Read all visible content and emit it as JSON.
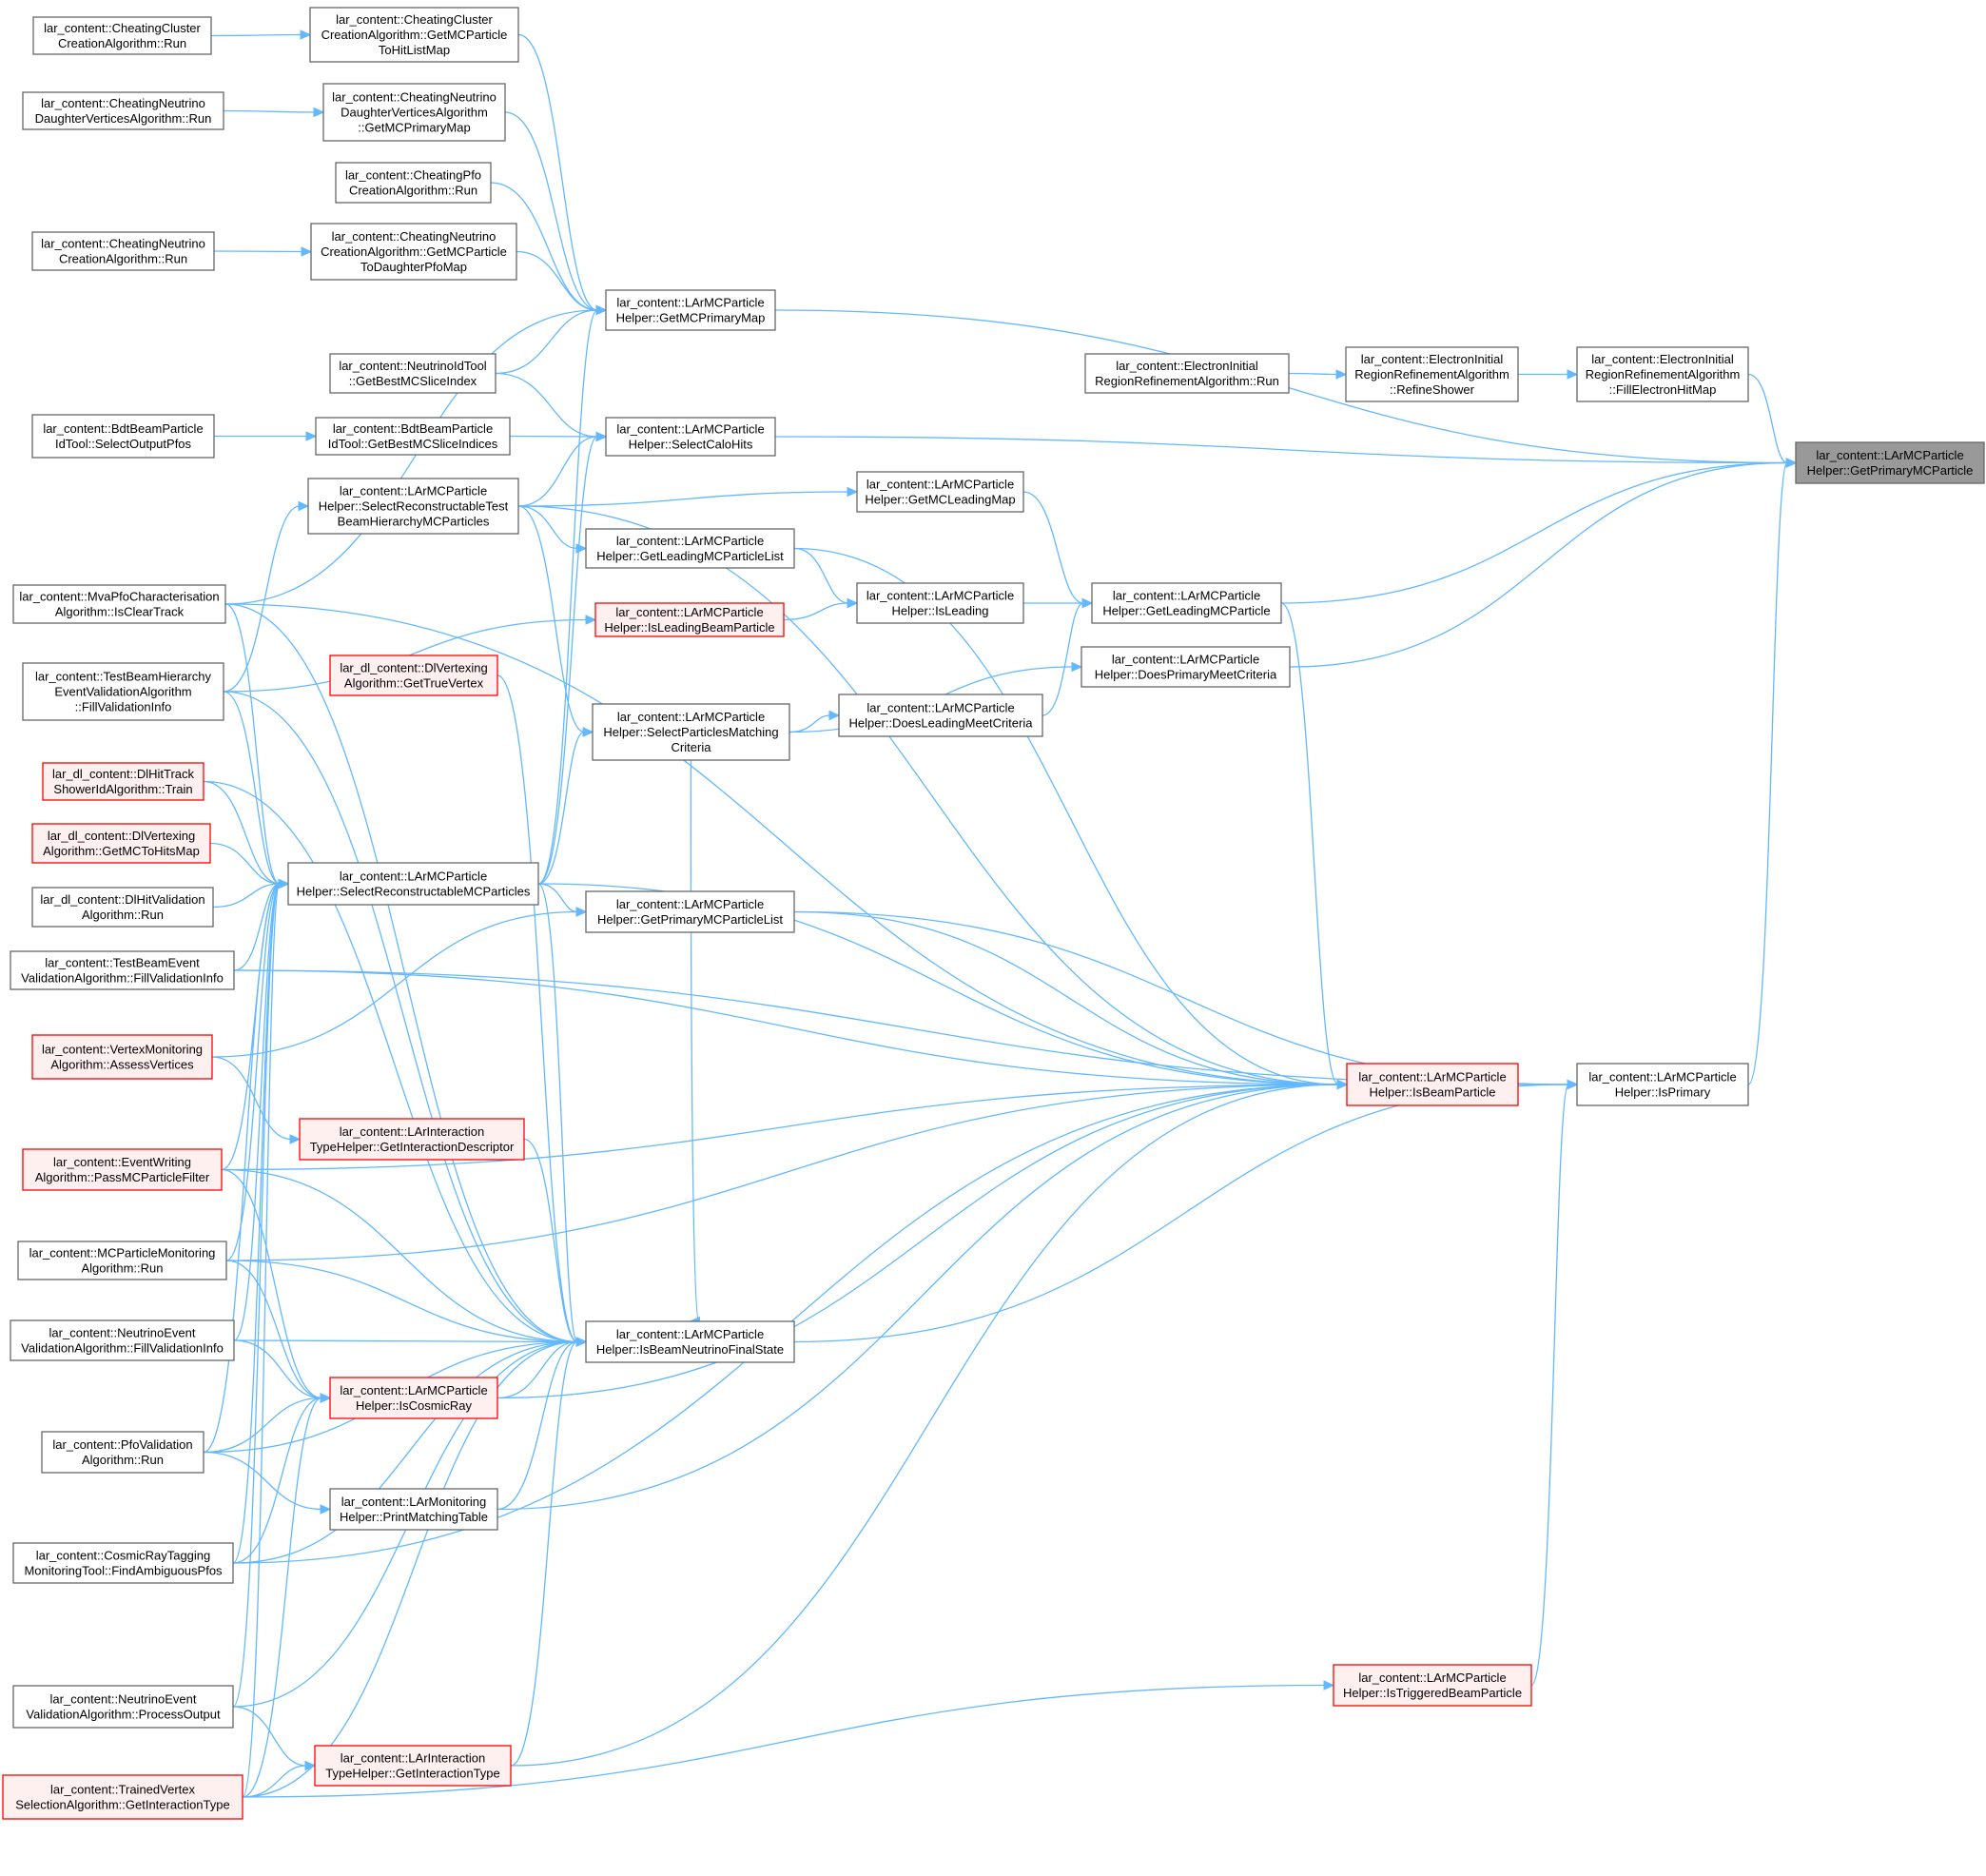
{
  "colors": {
    "edge": "#63b8ff",
    "node_border": "#666666",
    "node_fill": "#ffffff",
    "truncated_border": "#ff0000",
    "truncated_fill": "#fff0f0",
    "focus_fill": "#999999"
  },
  "nodes": [
    {
      "id": "target",
      "lines": [
        "lar_content::LArMCParticle",
        "Helper::GetPrimaryMCParticle"
      ],
      "style": "focus"
    },
    {
      "id": "cheatClusterRun",
      "lines": [
        "lar_content::CheatingCluster",
        "CreationAlgorithm::Run"
      ],
      "style": "normal"
    },
    {
      "id": "cheatClusterMap",
      "lines": [
        "lar_content::CheatingCluster",
        "CreationAlgorithm::GetMCParticle",
        "ToHitListMap"
      ],
      "style": "normal"
    },
    {
      "id": "cheatNuDaughterRun",
      "lines": [
        "lar_content::CheatingNeutrino",
        "DaughterVerticesAlgorithm::Run"
      ],
      "style": "normal"
    },
    {
      "id": "cheatNuDaughterMap",
      "lines": [
        "lar_content::CheatingNeutrino",
        "DaughterVerticesAlgorithm",
        "::GetMCPrimaryMap"
      ],
      "style": "normal"
    },
    {
      "id": "cheatPfoRun",
      "lines": [
        "lar_content::CheatingPfo",
        "CreationAlgorithm::Run"
      ],
      "style": "normal"
    },
    {
      "id": "cheatNuCreationRun",
      "lines": [
        "lar_content::CheatingNeutrino",
        "CreationAlgorithm::Run"
      ],
      "style": "normal"
    },
    {
      "id": "cheatNuCreationMap",
      "lines": [
        "lar_content::CheatingNeutrino",
        "CreationAlgorithm::GetMCParticle",
        "ToDaughterPfoMap"
      ],
      "style": "normal"
    },
    {
      "id": "getMCPrimaryMap",
      "lines": [
        "lar_content::LArMCParticle",
        "Helper::GetMCPrimaryMap"
      ],
      "style": "normal"
    },
    {
      "id": "nuIdTool",
      "lines": [
        "lar_content::NeutrinoIdTool",
        "::GetBestMCSliceIndex"
      ],
      "style": "normal"
    },
    {
      "id": "bdtSelect",
      "lines": [
        "lar_content::BdtBeamParticle",
        "IdTool::SelectOutputPfos"
      ],
      "style": "normal"
    },
    {
      "id": "bdtGetBest",
      "lines": [
        "lar_content::BdtBeamParticle",
        "IdTool::GetBestMCSliceIndices"
      ],
      "style": "normal"
    },
    {
      "id": "selectCaloHits",
      "lines": [
        "lar_content::LArMCParticle",
        "Helper::SelectCaloHits"
      ],
      "style": "normal"
    },
    {
      "id": "electronRun",
      "lines": [
        "lar_content::ElectronInitial",
        "RegionRefinementAlgorithm::Run"
      ],
      "style": "normal"
    },
    {
      "id": "electronRefine",
      "lines": [
        "lar_content::ElectronInitial",
        "RegionRefinementAlgorithm",
        "::RefineShower"
      ],
      "style": "normal"
    },
    {
      "id": "electronFill",
      "lines": [
        "lar_content::ElectronInitial",
        "RegionRefinementAlgorithm",
        "::FillElectronHitMap"
      ],
      "style": "normal"
    },
    {
      "id": "selectRecoTestBeam",
      "lines": [
        "lar_content::LArMCParticle",
        "Helper::SelectReconstructableTest",
        "BeamHierarchyMCParticles"
      ],
      "style": "normal"
    },
    {
      "id": "getMCLeadingMap",
      "lines": [
        "lar_content::LArMCParticle",
        "Helper::GetMCLeadingMap"
      ],
      "style": "normal"
    },
    {
      "id": "getLeadingList",
      "lines": [
        "lar_content::LArMCParticle",
        "Helper::GetLeadingMCParticleList"
      ],
      "style": "normal"
    },
    {
      "id": "mvaPfo",
      "lines": [
        "lar_content::MvaPfoCharacterisation",
        "Algorithm::IsClearTrack"
      ],
      "style": "normal"
    },
    {
      "id": "isLeading",
      "lines": [
        "lar_content::LArMCParticle",
        "Helper::IsLeading"
      ],
      "style": "normal"
    },
    {
      "id": "getLeadingMC",
      "lines": [
        "lar_content::LArMCParticle",
        "Helper::GetLeadingMCParticle"
      ],
      "style": "normal"
    },
    {
      "id": "isLeadingBeam",
      "lines": [
        "lar_content::LArMCParticle",
        "Helper::IsLeadingBeamParticle"
      ],
      "style": "red"
    },
    {
      "id": "doesPrimary",
      "lines": [
        "lar_content::LArMCParticle",
        "Helper::DoesPrimaryMeetCriteria"
      ],
      "style": "normal"
    },
    {
      "id": "testBeamHierarchy",
      "lines": [
        "lar_content::TestBeamHierarchy",
        "EventValidationAlgorithm",
        "::FillValidationInfo"
      ],
      "style": "normal"
    },
    {
      "id": "dlVertexTrue",
      "lines": [
        "lar_dl_content::DlVertexing",
        "Algorithm::GetTrueVertex"
      ],
      "style": "red"
    },
    {
      "id": "selectParticlesMatching",
      "lines": [
        "lar_content::LArMCParticle",
        "Helper::SelectParticlesMatching",
        "Criteria"
      ],
      "style": "normal"
    },
    {
      "id": "doesLeading",
      "lines": [
        "lar_content::LArMCParticle",
        "Helper::DoesLeadingMeetCriteria"
      ],
      "style": "normal"
    },
    {
      "id": "dlHitTrack",
      "lines": [
        "lar_dl_content::DlHitTrack",
        "ShowerIdAlgorithm::Train"
      ],
      "style": "red"
    },
    {
      "id": "dlVertexMap",
      "lines": [
        "lar_dl_content::DlVertexing",
        "Algorithm::GetMCToHitsMap"
      ],
      "style": "red"
    },
    {
      "id": "selectRecoMC",
      "lines": [
        "lar_content::LArMCParticle",
        "Helper::SelectReconstructableMCParticles"
      ],
      "style": "normal"
    },
    {
      "id": "dlHitValidation",
      "lines": [
        "lar_dl_content::DlHitValidation",
        "Algorithm::Run"
      ],
      "style": "normal"
    },
    {
      "id": "getPrimaryList",
      "lines": [
        "lar_content::LArMCParticle",
        "Helper::GetPrimaryMCParticleList"
      ],
      "style": "normal"
    },
    {
      "id": "testBeamEvent",
      "lines": [
        "lar_content::TestBeamEvent",
        "ValidationAlgorithm::FillValidationInfo"
      ],
      "style": "normal"
    },
    {
      "id": "vertexMonitoring",
      "lines": [
        "lar_content::VertexMonitoring",
        "Algorithm::AssessVertices"
      ],
      "style": "red"
    },
    {
      "id": "isBeamParticle",
      "lines": [
        "lar_content::LArMCParticle",
        "Helper::IsBeamParticle"
      ],
      "style": "red"
    },
    {
      "id": "isPrimary",
      "lines": [
        "lar_content::LArMCParticle",
        "Helper::IsPrimary"
      ],
      "style": "normal"
    },
    {
      "id": "interactionDescriptor",
      "lines": [
        "lar_content::LArInteraction",
        "TypeHelper::GetInteractionDescriptor"
      ],
      "style": "red"
    },
    {
      "id": "eventWriting",
      "lines": [
        "lar_content::EventWriting",
        "Algorithm::PassMCParticleFilter"
      ],
      "style": "red"
    },
    {
      "id": "mcParticleMonitoring",
      "lines": [
        "lar_content::MCParticleMonitoring",
        "Algorithm::Run"
      ],
      "style": "normal"
    },
    {
      "id": "isBeamNuFinal",
      "lines": [
        "lar_content::LArMCParticle",
        "Helper::IsBeamNeutrinoFinalState"
      ],
      "style": "normal"
    },
    {
      "id": "nuEventFill",
      "lines": [
        "lar_content::NeutrinoEvent",
        "ValidationAlgorithm::FillValidationInfo"
      ],
      "style": "normal"
    },
    {
      "id": "isCosmicRay",
      "lines": [
        "lar_content::LArMCParticle",
        "Helper::IsCosmicRay"
      ],
      "style": "red"
    },
    {
      "id": "pfoValidation",
      "lines": [
        "lar_content::PfoValidation",
        "Algorithm::Run"
      ],
      "style": "normal"
    },
    {
      "id": "printMatching",
      "lines": [
        "lar_content::LArMonitoring",
        "Helper::PrintMatchingTable"
      ],
      "style": "normal"
    },
    {
      "id": "cosmicTagging",
      "lines": [
        "lar_content::CosmicRayTagging",
        "MonitoringTool::FindAmbiguousPfos"
      ],
      "style": "normal"
    },
    {
      "id": "isTriggeredBeam",
      "lines": [
        "lar_content::LArMCParticle",
        "Helper::IsTriggeredBeamParticle"
      ],
      "style": "red"
    },
    {
      "id": "nuEventProcess",
      "lines": [
        "lar_content::NeutrinoEvent",
        "ValidationAlgorithm::ProcessOutput"
      ],
      "style": "normal"
    },
    {
      "id": "interactionType",
      "lines": [
        "lar_content::LArInteraction",
        "TypeHelper::GetInteractionType"
      ],
      "style": "red"
    },
    {
      "id": "trainedVertex",
      "lines": [
        "lar_content::TrainedVertex",
        "SelectionAlgorithm::GetInteractionType"
      ],
      "style": "red"
    }
  ],
  "edges": [
    [
      "cheatClusterRun",
      "cheatClusterMap"
    ],
    [
      "cheatNuDaughterRun",
      "cheatNuDaughterMap"
    ],
    [
      "cheatNuCreationRun",
      "cheatNuCreationMap"
    ],
    [
      "bdtSelect",
      "bdtGetBest"
    ],
    [
      "electronRun",
      "electronRefine"
    ],
    [
      "electronRefine",
      "electronFill"
    ],
    [
      "cheatClusterMap",
      "getMCPrimaryMap"
    ],
    [
      "cheatNuDaughterMap",
      "getMCPrimaryMap"
    ],
    [
      "cheatPfoRun",
      "getMCPrimaryMap"
    ],
    [
      "cheatNuCreationMap",
      "getMCPrimaryMap"
    ],
    [
      "nuIdTool",
      "getMCPrimaryMap"
    ],
    [
      "mvaPfo",
      "getMCPrimaryMap"
    ],
    [
      "selectRecoMC",
      "getMCPrimaryMap"
    ],
    [
      "nuIdTool",
      "selectCaloHits"
    ],
    [
      "bdtGetBest",
      "selectCaloHits"
    ],
    [
      "selectRecoTestBeam",
      "selectCaloHits"
    ],
    [
      "selectRecoMC",
      "selectCaloHits"
    ],
    [
      "getMCPrimaryMap",
      "target"
    ],
    [
      "electronFill",
      "target"
    ],
    [
      "selectCaloHits",
      "target"
    ],
    [
      "getLeadingMC",
      "target"
    ],
    [
      "doesPrimary",
      "target"
    ],
    [
      "isPrimary",
      "target"
    ],
    [
      "selectRecoTestBeam",
      "getMCLeadingMap"
    ],
    [
      "selectRecoTestBeam",
      "getLeadingList"
    ],
    [
      "getLeadingList",
      "isLeading"
    ],
    [
      "isLeadingBeam",
      "isLeading"
    ],
    [
      "isLeading",
      "getLeadingMC"
    ],
    [
      "getMCLeadingMap",
      "getLeadingMC"
    ],
    [
      "doesLeading",
      "getLeadingMC"
    ],
    [
      "selectParticlesMatching",
      "doesLeading"
    ],
    [
      "selectParticlesMatching",
      "doesPrimary"
    ],
    [
      "testBeamHierarchy",
      "isLeadingBeam"
    ],
    [
      "testBeamHierarchy",
      "selectRecoTestBeam"
    ],
    [
      "selectRecoTestBeam",
      "selectParticlesMatching"
    ],
    [
      "selectRecoMC",
      "selectParticlesMatching"
    ],
    [
      "testBeamHierarchy",
      "selectRecoMC"
    ],
    [
      "mvaPfo",
      "selectRecoMC"
    ],
    [
      "dlHitTrack",
      "selectRecoMC"
    ],
    [
      "dlVertexMap",
      "selectRecoMC"
    ],
    [
      "dlHitValidation",
      "selectRecoMC"
    ],
    [
      "testBeamEvent",
      "selectRecoMC"
    ],
    [
      "eventWriting",
      "selectRecoMC"
    ],
    [
      "nuEventFill",
      "selectRecoMC"
    ],
    [
      "pfoValidation",
      "selectRecoMC"
    ],
    [
      "cosmicTagging",
      "selectRecoMC"
    ],
    [
      "nuEventProcess",
      "selectRecoMC"
    ],
    [
      "trainedVertex",
      "selectRecoMC"
    ],
    [
      "mcParticleMonitoring",
      "selectRecoMC"
    ],
    [
      "testBeamEvent",
      "isPrimary"
    ],
    [
      "selectRecoMC",
      "getPrimaryList"
    ],
    [
      "vertexMonitoring",
      "getPrimaryList"
    ],
    [
      "getPrimaryList",
      "isPrimary"
    ],
    [
      "isBeamParticle",
      "isPrimary"
    ],
    [
      "isTriggeredBeam",
      "isPrimary"
    ],
    [
      "isBeamNuFinal",
      "isPrimary"
    ],
    [
      "getLeadingList",
      "isBeamParticle"
    ],
    [
      "getLeadingMC",
      "isBeamParticle"
    ],
    [
      "selectRecoTestBeam",
      "isBeamParticle"
    ],
    [
      "mvaPfo",
      "isBeamParticle"
    ],
    [
      "testBeamEvent",
      "isBeamParticle"
    ],
    [
      "eventWriting",
      "isBeamParticle"
    ],
    [
      "mcParticleMonitoring",
      "isBeamParticle"
    ],
    [
      "cosmicTagging",
      "isBeamParticle"
    ],
    [
      "interactionType",
      "isBeamParticle"
    ],
    [
      "isCosmicRay",
      "isBeamParticle"
    ],
    [
      "printMatching",
      "isBeamParticle"
    ],
    [
      "getPrimaryList",
      "isBeamParticle"
    ],
    [
      "selectRecoMC",
      "isBeamParticle"
    ],
    [
      "vertexMonitoring",
      "interactionDescriptor"
    ],
    [
      "selectParticlesMatching",
      "isBeamNuFinal"
    ],
    [
      "dlVertexTrue",
      "isBeamNuFinal"
    ],
    [
      "mvaPfo",
      "isBeamNuFinal"
    ],
    [
      "testBeamHierarchy",
      "isBeamNuFinal"
    ],
    [
      "dlHitTrack",
      "isBeamNuFinal"
    ],
    [
      "interactionDescriptor",
      "isBeamNuFinal"
    ],
    [
      "eventWriting",
      "isBeamNuFinal"
    ],
    [
      "mcParticleMonitoring",
      "isBeamNuFinal"
    ],
    [
      "nuEventFill",
      "isBeamNuFinal"
    ],
    [
      "isCosmicRay",
      "isBeamNuFinal"
    ],
    [
      "pfoValidation",
      "isBeamNuFinal"
    ],
    [
      "printMatching",
      "isBeamNuFinal"
    ],
    [
      "cosmicTagging",
      "isBeamNuFinal"
    ],
    [
      "nuEventProcess",
      "isBeamNuFinal"
    ],
    [
      "interactionType",
      "isBeamNuFinal"
    ],
    [
      "trainedVertex",
      "isBeamNuFinal"
    ],
    [
      "selectRecoMC",
      "isBeamNuFinal"
    ],
    [
      "mcParticleMonitoring",
      "isCosmicRay"
    ],
    [
      "nuEventFill",
      "isCosmicRay"
    ],
    [
      "pfoValidation",
      "isCosmicRay"
    ],
    [
      "cosmicTagging",
      "isCosmicRay"
    ],
    [
      "trainedVertex",
      "isCosmicRay"
    ],
    [
      "eventWriting",
      "isCosmicRay"
    ],
    [
      "pfoValidation",
      "printMatching"
    ],
    [
      "nuEventProcess",
      "interactionType"
    ],
    [
      "trainedVertex",
      "interactionType"
    ],
    [
      "trainedVertex",
      "isTriggeredBeam"
    ]
  ]
}
